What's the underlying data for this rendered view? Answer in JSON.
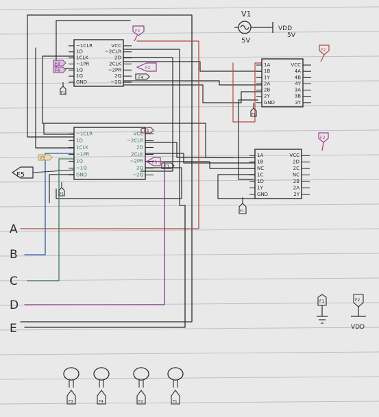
{
  "colors": {
    "paper": "#e9e9ea",
    "ruled_line": "#b9bcc4",
    "ink": "#2b2b2b",
    "ink_blue": "#3a3f6e",
    "wire_red": "#b04a3a",
    "wire_green": "#3f7a5a",
    "wire_blue": "#2e5fa0",
    "wire_purple": "#8a3a8a",
    "flag_purple": "#9b3b86",
    "flag_green": "#3f7a5a",
    "flag_maroon": "#7a2f3a"
  },
  "source": {
    "name": "V1",
    "value": "5V",
    "rail_label": "VDD",
    "rail_value": "5V"
  },
  "chips": {
    "u1": {
      "left_pins": [
        "~1CLR",
        "1D",
        "1CLK",
        "~1PR",
        "1Q",
        "1Q",
        "GND"
      ],
      "right_pins": [
        "VCC",
        "~2CLR",
        "2D",
        "2CLK",
        "~2PR",
        "2Q",
        "~2Q"
      ]
    },
    "u2": {
      "left_pins": [
        "~1CLR",
        "1D",
        "1CLK",
        "~1PR",
        "1Q",
        "~1Q",
        "GND"
      ],
      "right_pins": [
        "VCC",
        "~2CLR",
        "2D",
        "2CLK",
        "~2PR",
        "2Q",
        "~2Q"
      ]
    },
    "u3": {
      "left_pins": [
        "1A",
        "1B",
        "1Y",
        "2A",
        "2B",
        "2Y",
        "GND"
      ],
      "right_pins": [
        "VCC",
        "4A",
        "4B",
        "4Y",
        "3A",
        "3B",
        "3Y"
      ]
    },
    "u4": {
      "left_pins": [
        "1A",
        "1B",
        "NC",
        "1C",
        "1D",
        "1Y",
        "GND"
      ],
      "right_pins": [
        "VCC",
        "2D",
        "2C",
        "NC",
        "2B",
        "2A",
        "2Y"
      ]
    }
  },
  "flags": {
    "f1": "F1",
    "f2": "F2",
    "f3": "F3",
    "f4": "F4",
    "f5": "F5"
  },
  "inputs": [
    "A",
    "B",
    "C",
    "D",
    "E"
  ],
  "legend": {
    "gnd_flag": "F1",
    "vdd_flag": "F2",
    "vdd_label": "VDD"
  },
  "bulbs": [
    "F3",
    "F4",
    "F2",
    "F1"
  ]
}
